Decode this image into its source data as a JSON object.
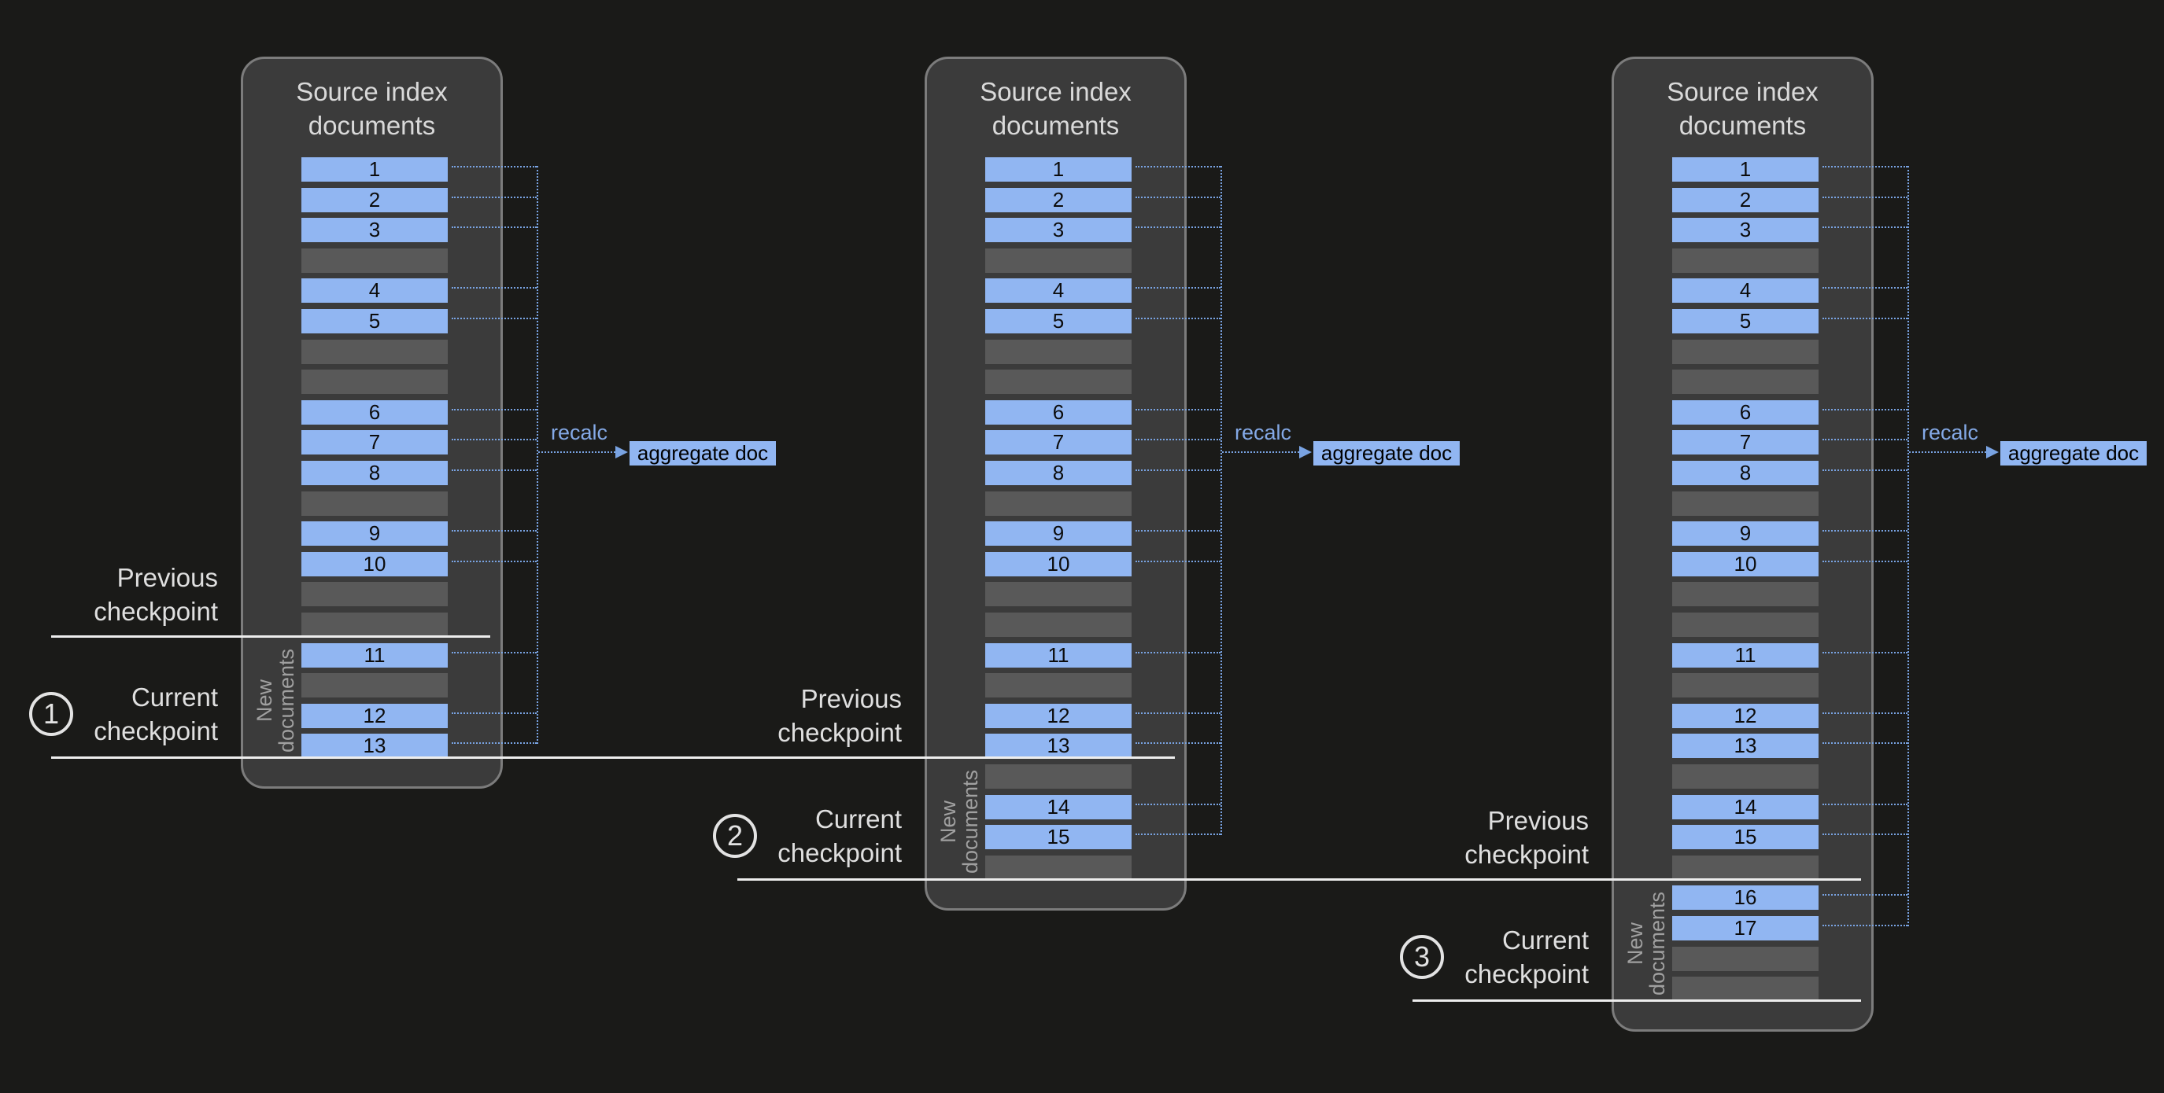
{
  "diagram": {
    "panel_title_lines": [
      "Source index",
      "documents"
    ],
    "recalc_label": "recalc",
    "aggregate_label": "aggregate doc",
    "new_documents_lines": [
      "New",
      "documents"
    ],
    "previous_checkpoint_lines": [
      "Previous",
      "checkpoint"
    ],
    "current_checkpoint_lines": [
      "Current",
      "checkpoint"
    ],
    "colors": {
      "background": "#1a1a18",
      "panel_fill": "#3b3b3b",
      "panel_border": "#7c7c7c",
      "doc_blue": "#91b6f2",
      "empty_gray": "#595959",
      "connector_blue": "#79a3e2",
      "recalc_text": "#84a9e6",
      "title_text": "#d9d9d9",
      "label_text": "#dfdfdf",
      "muted_text": "#a0a0a0",
      "checkpoint_line": "#ededed"
    },
    "steps": [
      {
        "step": "1",
        "rows": [
          "1",
          "2",
          "3",
          null,
          "4",
          "5",
          null,
          null,
          "6",
          "7",
          "8",
          null,
          "9",
          "10",
          null,
          null,
          "11",
          null,
          "12",
          "13"
        ],
        "new_docs_start": 16
      },
      {
        "step": "2",
        "rows": [
          "1",
          "2",
          "3",
          null,
          "4",
          "5",
          null,
          null,
          "6",
          "7",
          "8",
          null,
          "9",
          "10",
          null,
          null,
          "11",
          null,
          "12",
          "13",
          null,
          "14",
          "15",
          null
        ],
        "new_docs_start": 20
      },
      {
        "step": "3",
        "rows": [
          "1",
          "2",
          "3",
          null,
          "4",
          "5",
          null,
          null,
          "6",
          "7",
          "8",
          null,
          "9",
          "10",
          null,
          null,
          "11",
          null,
          "12",
          "13",
          null,
          "14",
          "15",
          null,
          "16",
          "17",
          null,
          null
        ],
        "new_docs_start": 24
      }
    ]
  }
}
